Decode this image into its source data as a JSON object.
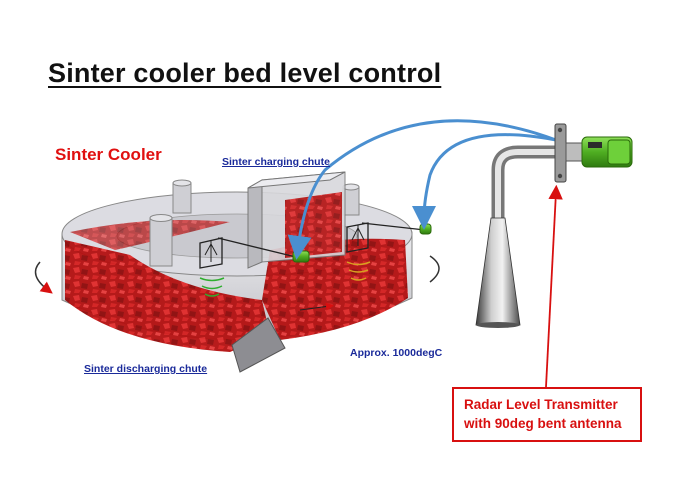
{
  "title": "Sinter cooler bed level control",
  "labels": {
    "sinter_cooler": "Sinter Cooler",
    "charging_chute": "Sinter charging chute",
    "discharging_chute": "Sinter discharging chute",
    "temperature": "Approx. 1000degC"
  },
  "callout": {
    "line1": "Radar Level Transmitter",
    "line2": "with 90deg bent antenna"
  },
  "colors": {
    "accent_red": "#d81010",
    "link_blue": "#1a2a9a",
    "sinter_red": "#c81515",
    "arrow_blue": "#4a8fd0",
    "transmitter_green": "#5cb82a"
  }
}
